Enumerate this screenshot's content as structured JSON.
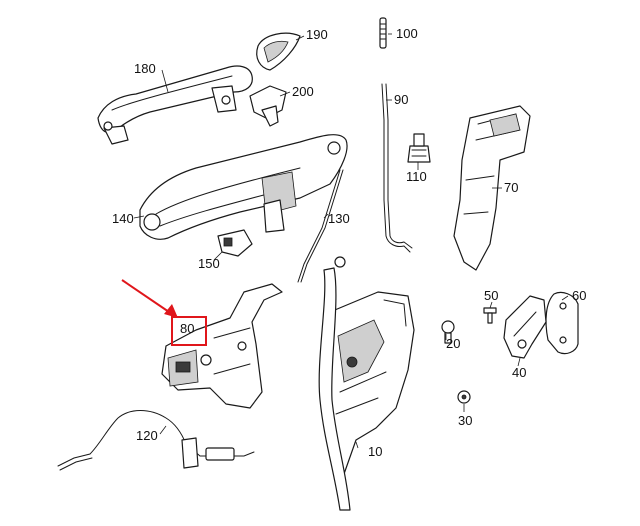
{
  "accent_color": "#e0161b",
  "labels": {
    "l180": "180",
    "l190": "190",
    "l200": "200",
    "l100": "100",
    "l90": "90",
    "l110": "110",
    "l70": "70",
    "l140": "140",
    "l130": "130",
    "l150": "150",
    "l80": "80",
    "l50": "50",
    "l60": "60",
    "l20": "20",
    "l40": "40",
    "l30": "30",
    "l120": "120",
    "l10": "10"
  },
  "highlighted_part": "80"
}
